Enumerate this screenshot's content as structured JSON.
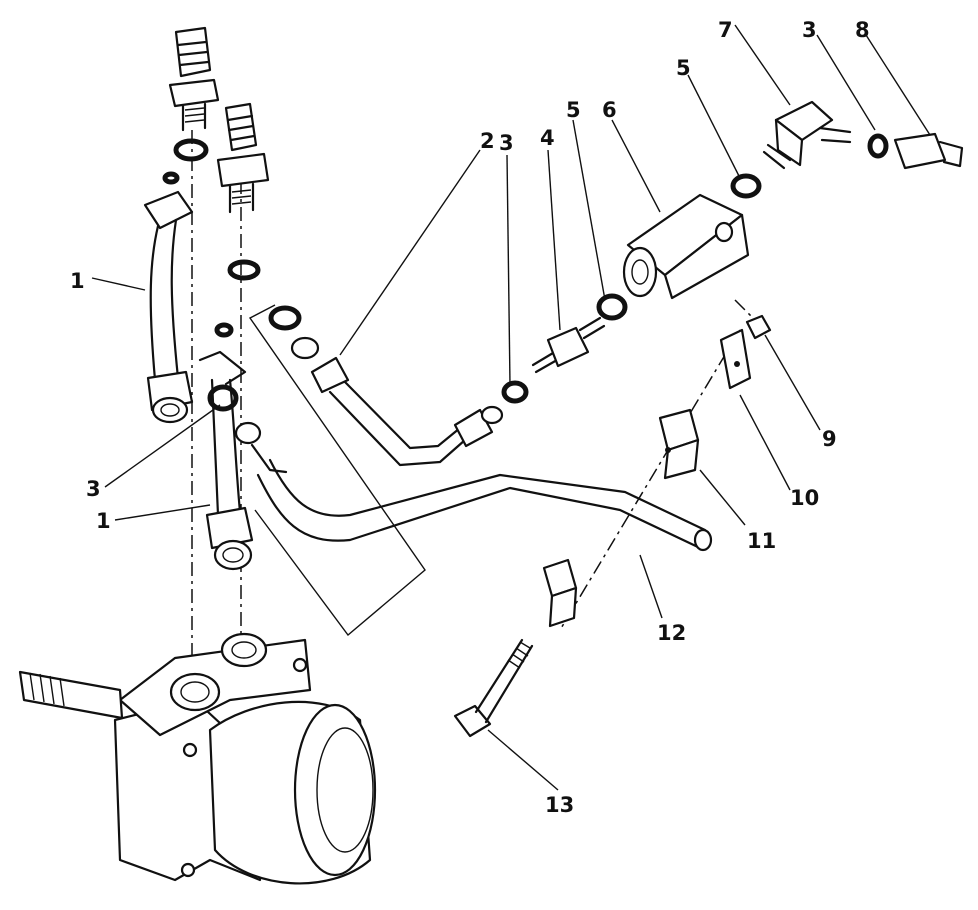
{
  "callouts": [
    {
      "id": "c1a",
      "text": "1"
    },
    {
      "id": "c1b",
      "text": "1"
    },
    {
      "id": "c2",
      "text": "2"
    },
    {
      "id": "c3a",
      "text": "3"
    },
    {
      "id": "c3b",
      "text": "3"
    },
    {
      "id": "c3c",
      "text": "3"
    },
    {
      "id": "c4",
      "text": "4"
    },
    {
      "id": "c5a",
      "text": "5"
    },
    {
      "id": "c5b",
      "text": "5"
    },
    {
      "id": "c6",
      "text": "6"
    },
    {
      "id": "c7",
      "text": "7"
    },
    {
      "id": "c8",
      "text": "8"
    },
    {
      "id": "c9",
      "text": "9"
    },
    {
      "id": "c10",
      "text": "10"
    },
    {
      "id": "c11",
      "text": "11"
    },
    {
      "id": "c12",
      "text": "12"
    },
    {
      "id": "c13",
      "text": "13"
    }
  ]
}
